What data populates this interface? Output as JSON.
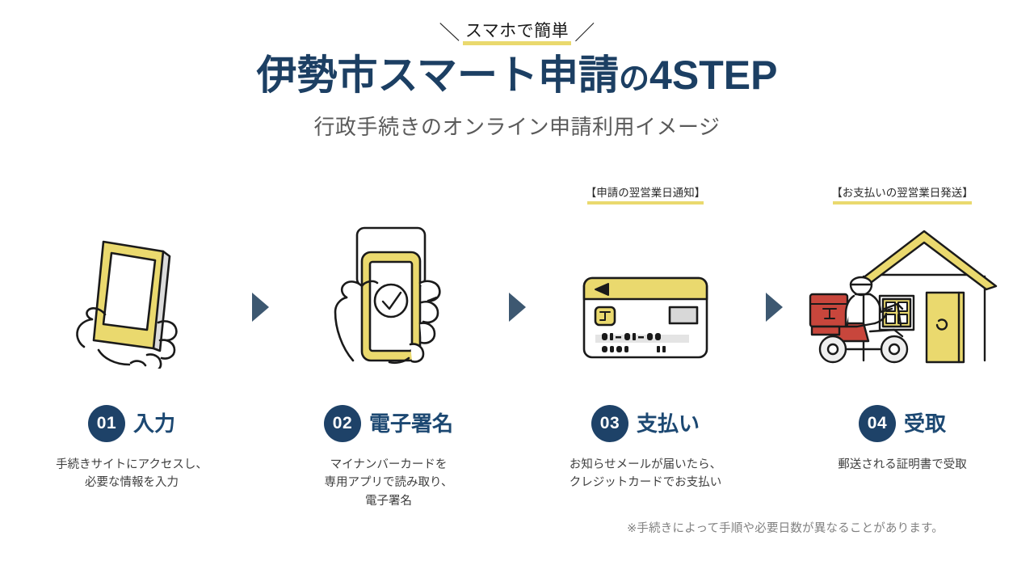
{
  "header": {
    "eyebrow": "スマホで簡単",
    "slash_left": "＼",
    "slash_right": "／",
    "title_main": "伊勢市スマート申請",
    "title_particle": "の",
    "title_tail": "4STEP",
    "subtitle": "行政手続きのオンライン申請利用イメージ"
  },
  "steps": [
    {
      "number": "01",
      "label": "入力",
      "description": "手続きサイトにアクセスし、\n必要な情報を入力",
      "note": "",
      "icon": "phone-in-hand-icon"
    },
    {
      "number": "02",
      "label": "電子署名",
      "description": "マイナンバーカードを\n専用アプリで読み取り、\n電子署名",
      "note": "",
      "icon": "phone-card-check-icon"
    },
    {
      "number": "03",
      "label": "支払い",
      "description": "お知らせメールが届いたら、\nクレジットカードでお支払い",
      "note": "【申請の翌営業日通知】",
      "icon": "credit-card-icon"
    },
    {
      "number": "04",
      "label": "受取",
      "description": "郵送される証明書で受取",
      "note": "【お支払いの翌営業日発送】",
      "icon": "mail-delivery-house-icon"
    }
  ],
  "footnote": "※手続きによって手順や必要日数が異なることがあります。",
  "colors": {
    "navy": "#1c3f63",
    "badge_navy": "#1e4268",
    "arrow_blue": "#3d5871",
    "yellow": "#ead96e",
    "red": "#c8463c",
    "gray_text": "#5a5a5a",
    "footnote_gray": "#808080",
    "background": "#ffffff"
  }
}
